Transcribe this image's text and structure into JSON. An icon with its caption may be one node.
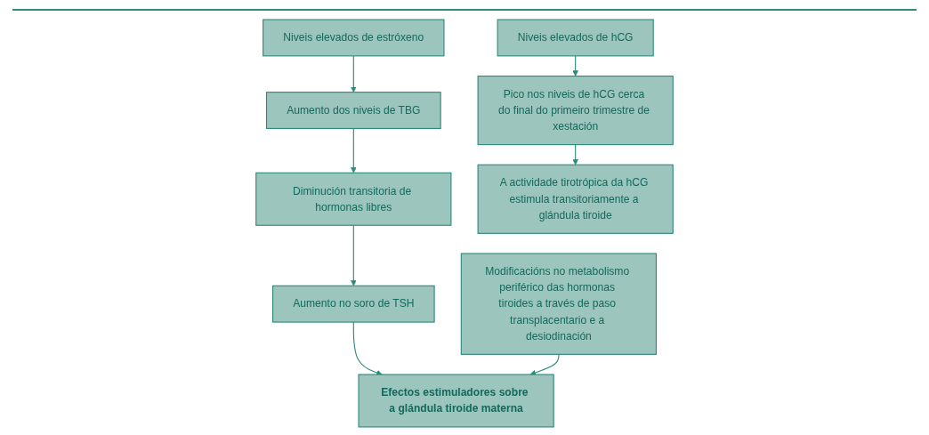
{
  "diagram": {
    "nodes": [
      {
        "text": [
          "Niveis elevados de estróxeno"
        ]
      },
      {
        "text": [
          "Aumento dos niveis de TBG"
        ]
      },
      {
        "text": [
          "Diminución transitoria de hormonas libres"
        ]
      },
      {
        "text": [
          "Aumento no soro de TSH"
        ]
      },
      {
        "text": [
          "Niveis elevados de hCG"
        ]
      },
      {
        "text": [
          "Pico nos niveis de hCG cerca do final do primeiro trimestre de xestación"
        ]
      },
      {
        "text": [
          "A actividade tirotrópica da hCG estimula transitoriamente a glándula tiroide"
        ]
      },
      {
        "text": [
          "Modificacións no metabolismo periférico das hormonas tiroides a través de paso transplacentario e a desiodinación"
        ]
      },
      {
        "text": [
          "Efectos estimuladores sobre a glándula tiroide materna"
        ]
      }
    ],
    "edges": [
      {
        "from": 0,
        "to": 1,
        "arrow": "to"
      },
      {
        "from": 1,
        "to": 2,
        "arrow": "to"
      },
      {
        "from": 2,
        "to": 3,
        "arrow": "to"
      },
      {
        "from": 3,
        "to": 8,
        "arrow": "to"
      },
      {
        "from": 4,
        "to": 5,
        "arrow": "to"
      },
      {
        "from": 5,
        "to": 6,
        "arrow": "to"
      },
      {
        "from": 7,
        "to": 8,
        "arrow": "to"
      }
    ]
  }
}
